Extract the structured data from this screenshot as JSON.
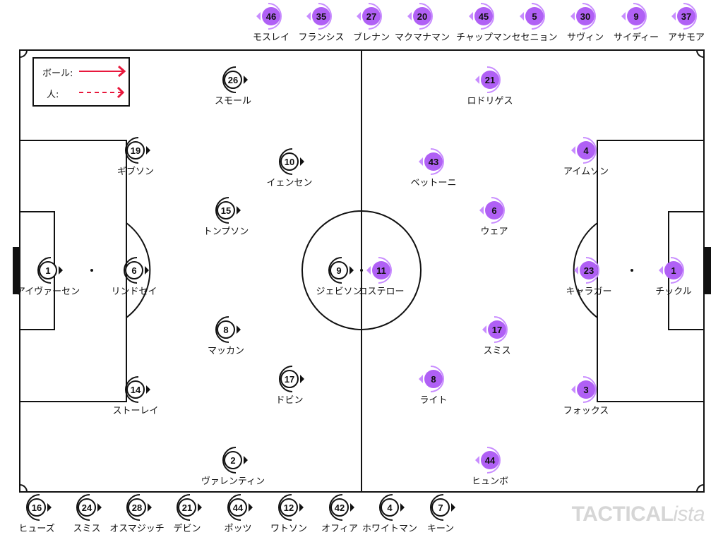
{
  "legend": {
    "ball_label": "ボール:",
    "person_label": "人:",
    "arrow_color": "#e8183c"
  },
  "colors": {
    "home": "#ffffff",
    "away": "#b060f5"
  },
  "watermark": {
    "bold": "TACTICAL",
    "light": "ista"
  },
  "home_players": [
    {
      "number": "26",
      "name": "スモール"
    },
    {
      "number": "19",
      "name": "ギブソン"
    },
    {
      "number": "10",
      "name": "イェンセン"
    },
    {
      "number": "15",
      "name": "トンプソン"
    },
    {
      "number": "1",
      "name": "アイヴァーセン"
    },
    {
      "number": "6",
      "name": "リンドセイ"
    },
    {
      "number": "9",
      "name": "ジェビソン"
    },
    {
      "number": "8",
      "name": "マッカン"
    },
    {
      "number": "17",
      "name": "ドビン"
    },
    {
      "number": "14",
      "name": "ストーレイ"
    },
    {
      "number": "2",
      "name": "ヴァレンティン"
    }
  ],
  "away_players": [
    {
      "number": "21",
      "name": "ロドリゲス"
    },
    {
      "number": "43",
      "name": "ベットーニ"
    },
    {
      "number": "4",
      "name": "アイムソン"
    },
    {
      "number": "6",
      "name": "ウェア"
    },
    {
      "number": "11",
      "name": "コステロー"
    },
    {
      "number": "23",
      "name": "キャラガー"
    },
    {
      "number": "1",
      "name": "チックル"
    },
    {
      "number": "17",
      "name": "スミス"
    },
    {
      "number": "8",
      "name": "ライト"
    },
    {
      "number": "3",
      "name": "フォックス"
    },
    {
      "number": "44",
      "name": "ヒュンボ"
    }
  ],
  "away_bench": [
    {
      "number": "46",
      "name": "モスレイ"
    },
    {
      "number": "35",
      "name": "フランシス"
    },
    {
      "number": "27",
      "name": "ブレナン"
    },
    {
      "number": "20",
      "name": "マクマナマン"
    },
    {
      "number": "45",
      "name": "チャップマン"
    },
    {
      "number": "5",
      "name": "セセニョン"
    },
    {
      "number": "30",
      "name": "サヴィン"
    },
    {
      "number": "9",
      "name": "サイディー"
    },
    {
      "number": "37",
      "name": "アサモア"
    }
  ],
  "home_bench": [
    {
      "number": "16",
      "name": "ヒューズ"
    },
    {
      "number": "24",
      "name": "スミス"
    },
    {
      "number": "28",
      "name": "オスマジッチ"
    },
    {
      "number": "21",
      "name": "デビン"
    },
    {
      "number": "44",
      "name": "ポッツ"
    },
    {
      "number": "12",
      "name": "ワトソン"
    },
    {
      "number": "42",
      "name": "オフィア"
    },
    {
      "number": "4",
      "name": "ホワイトマン"
    },
    {
      "number": "7",
      "name": "キーン"
    }
  ]
}
